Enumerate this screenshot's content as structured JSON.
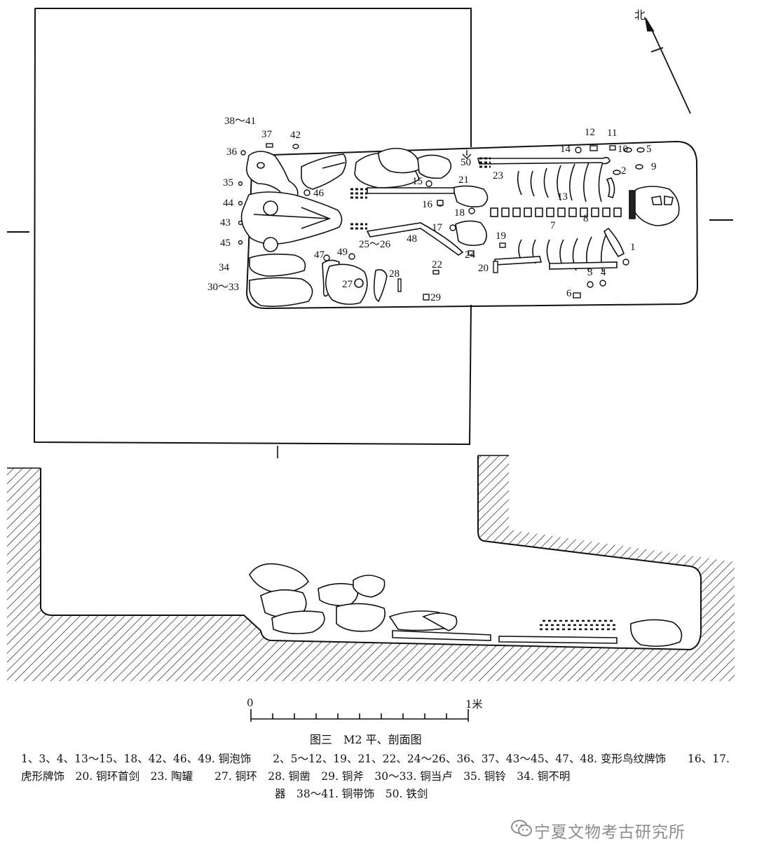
{
  "figure": {
    "caption_title": "图三　M2 平、剖面图",
    "legend_lines": [
      "1、3、4、13～15、18、42、46、49. 铜泡饰　　2、5～12、19、21、22、24～26、36、37、43～45、47、48. 变形鸟纹牌饰　　16、17.",
      "虎形牌饰　20. 铜环首剑　23. 陶罐　　27. 铜环　28. 铜凿　29. 铜斧　30～33. 铜当卢　35. 铜铃　34. 铜不明",
      "器　38～41. 铜带饰　50. 铁剑"
    ],
    "north_label": "北",
    "section_mark": "I",
    "scale": {
      "zero": "0",
      "one": "1米"
    },
    "watermark": "宁夏文物考古研究所"
  },
  "item_labels": [
    {
      "id": "l1",
      "text": "38～41"
    },
    {
      "id": "l2",
      "text": "37"
    },
    {
      "id": "l3",
      "text": "42"
    },
    {
      "id": "l4",
      "text": "36"
    },
    {
      "id": "l5",
      "text": "35"
    },
    {
      "id": "l6",
      "text": "44"
    },
    {
      "id": "l7",
      "text": "43"
    },
    {
      "id": "l8",
      "text": "45"
    },
    {
      "id": "l9",
      "text": "34"
    },
    {
      "id": "l10",
      "text": "30～33"
    },
    {
      "id": "l11",
      "text": "46"
    },
    {
      "id": "l12",
      "text": "47"
    },
    {
      "id": "l13",
      "text": "49"
    },
    {
      "id": "l14",
      "text": "25～26"
    },
    {
      "id": "l15",
      "text": "48"
    },
    {
      "id": "l16",
      "text": "27"
    },
    {
      "id": "l17",
      "text": "28"
    },
    {
      "id": "l18",
      "text": "22"
    },
    {
      "id": "l19",
      "text": "29"
    },
    {
      "id": "l20",
      "text": "50"
    },
    {
      "id": "l21",
      "text": "15"
    },
    {
      "id": "l22",
      "text": "21"
    },
    {
      "id": "l23",
      "text": "16"
    },
    {
      "id": "l24",
      "text": "18"
    },
    {
      "id": "l25",
      "text": "17"
    },
    {
      "id": "l26",
      "text": "24"
    },
    {
      "id": "l27",
      "text": "20"
    },
    {
      "id": "l28",
      "text": "19"
    },
    {
      "id": "l29",
      "text": "23"
    },
    {
      "id": "l30",
      "text": "14"
    },
    {
      "id": "l31",
      "text": "12"
    },
    {
      "id": "l32",
      "text": "11"
    },
    {
      "id": "l33",
      "text": "10"
    },
    {
      "id": "l34",
      "text": "5"
    },
    {
      "id": "l35",
      "text": "9"
    },
    {
      "id": "l36",
      "text": "2"
    },
    {
      "id": "l37",
      "text": "13"
    },
    {
      "id": "l38",
      "text": "7"
    },
    {
      "id": "l39",
      "text": "8"
    },
    {
      "id": "l40",
      "text": "1"
    },
    {
      "id": "l41",
      "text": "3"
    },
    {
      "id": "l42",
      "text": "4"
    },
    {
      "id": "l43",
      "text": "6"
    }
  ]
}
